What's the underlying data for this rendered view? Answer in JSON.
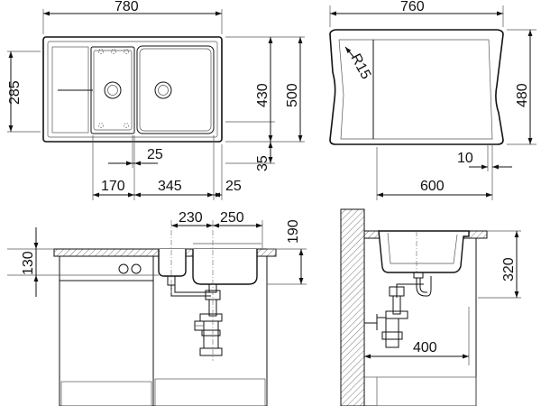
{
  "top_view": {
    "overall_width": "780",
    "height_left": "285",
    "height_inner": "430",
    "height_outer": "500",
    "offset_bottom": "35",
    "spacing_a": "25",
    "bowl_small": "170",
    "bowl_large": "345",
    "edge_right": "25"
  },
  "cutout_view": {
    "width": "760",
    "height": "480",
    "radius": "R15",
    "edge": "10",
    "cabinet_min": "600"
  },
  "front_view": {
    "drain_small": "230",
    "drain_large": "250",
    "depth_large": "190",
    "depth_small": "130"
  },
  "side_view": {
    "depth": "320",
    "drain_offset": "400"
  }
}
